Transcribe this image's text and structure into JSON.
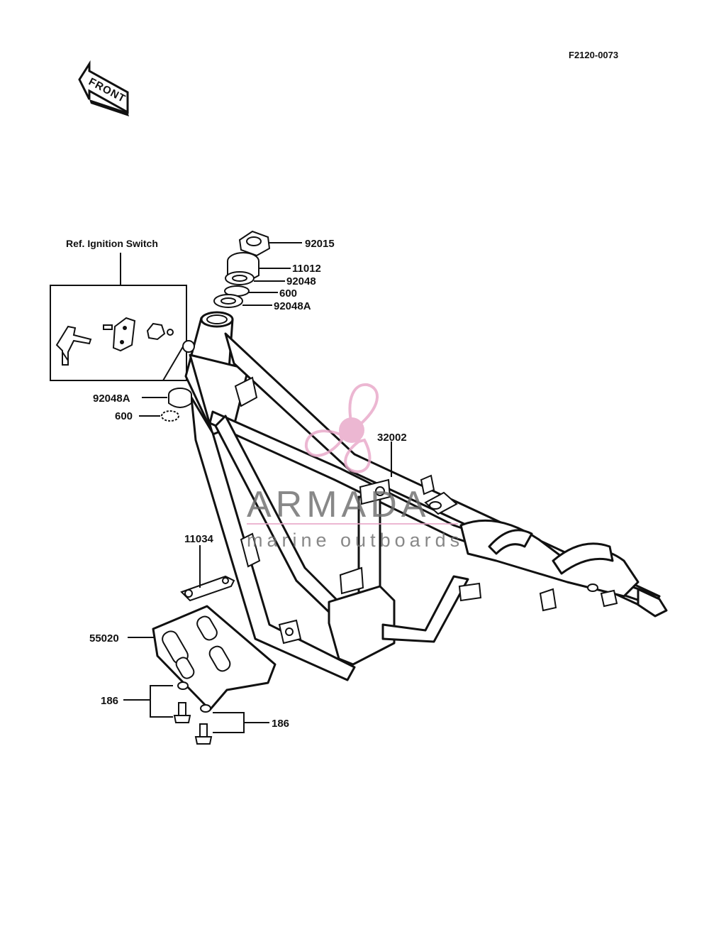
{
  "diagram_code": "F2120-0073",
  "front_label": "FRONT",
  "ref_label": "Ref. Ignition Switch",
  "watermark": {
    "brand": "ARMADA",
    "tagline": "marine outboards",
    "accent_color": "#e8a6c8"
  },
  "parts": {
    "p92015": "92015",
    "p11012": "11012",
    "p92048": "92048",
    "p600_top": "600",
    "p92048A_top": "92048A",
    "p92048A_bottom": "92048A",
    "p600_bottom": "600",
    "p32002": "32002",
    "p11034": "11034",
    "p55020": "55020",
    "p186_left": "186",
    "p186_right": "186"
  }
}
